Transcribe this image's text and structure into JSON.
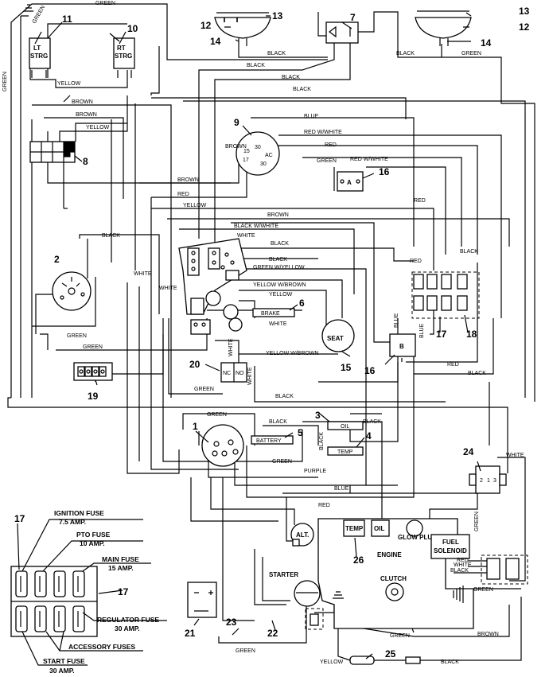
{
  "wire_labels": {
    "green": "GREEN",
    "yellow": "YELLOW",
    "black": "BLACK",
    "brown": "BROWN",
    "red": "RED",
    "blue": "BLUE",
    "white": "WHITE",
    "purple": "PURPLE",
    "red_white": "RED W/WHITE",
    "black_white": "BLACK W/WHITE",
    "green_yellow": "GREEN W/YELLOW",
    "yellow_brown": "YELLOW W/BROWN"
  },
  "components": {
    "lt_strg_1": "LT",
    "lt_strg_2": "STRG",
    "rt_strg_1": "RT",
    "rt_strg_2": "STRG",
    "seat": "SEAT",
    "brake": "BRAKE",
    "battery": "BATTERY",
    "oil": "OIL",
    "temp": "TEMP",
    "alt": "ALT.",
    "glow_plug": "GLOW PLUG",
    "engine": "ENGINE",
    "fuel_solenoid_1": "FUEL",
    "fuel_solenoid_2": "SOLENOID",
    "clutch": "CLUTCH",
    "starter": "STARTER",
    "relay_a": "A",
    "relay_b": "B",
    "nc": "NC",
    "no": "NO",
    "ign_30a": "30",
    "ign_15": "15",
    "ign_17": "17",
    "ign_30b": "30",
    "ign_ac": "AC"
  },
  "fuses": {
    "ignition_name": "IGNITION FUSE",
    "ignition_amp": "7.5 AMP.",
    "pto_name": "PTO FUSE",
    "pto_amp": "10 AMP.",
    "main_name": "MAIN FUSE",
    "main_amp": "15 AMP.",
    "regulator_name": "REGULATOR FUSE",
    "regulator_amp": "30 AMP.",
    "accessory_name": "ACCESSORY FUSES",
    "start_name": "START FUSE",
    "start_amp": "30 AMP."
  },
  "callouts": [
    "1",
    "2",
    "3",
    "4",
    "5",
    "6",
    "7",
    "8",
    "9",
    "10",
    "11",
    "12",
    "13",
    "14",
    "15",
    "16",
    "17",
    "18",
    "19",
    "20",
    "21",
    "22",
    "23",
    "24",
    "25",
    "26"
  ]
}
